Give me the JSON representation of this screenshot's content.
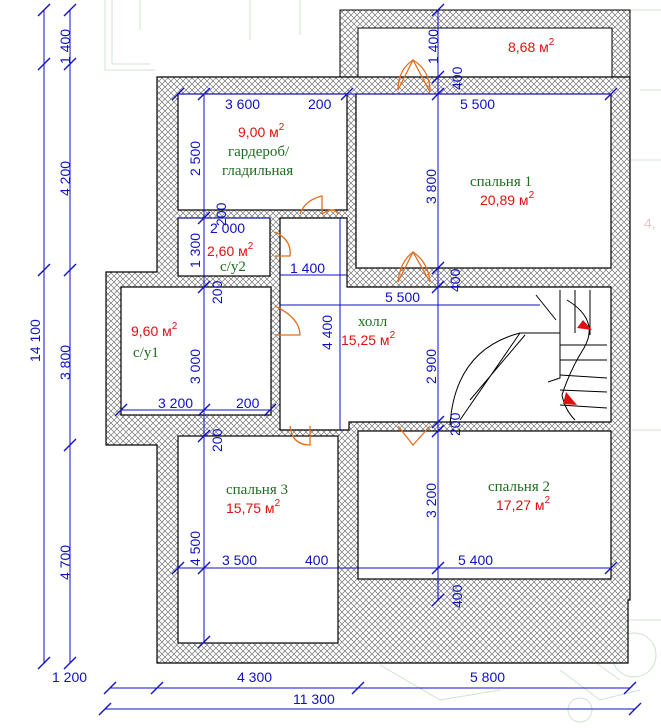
{
  "rooms": {
    "terrace": {
      "area": "8,68 м",
      "sup": "2"
    },
    "wardrobe": {
      "area": "9,00 м",
      "sup": "2",
      "name1": "гардероб/",
      "name2": "гладильная"
    },
    "bedroom1": {
      "name": "спальня 1",
      "area": "20,89 м",
      "sup": "2"
    },
    "wc2": {
      "area": "2,60 м",
      "sup": "2",
      "name": "с/у2"
    },
    "wc1": {
      "area": "9,60 м",
      "sup": "2",
      "name": "с/у1"
    },
    "hall": {
      "name": "холл",
      "area": "15,25 м",
      "sup": "2"
    },
    "bedroom3": {
      "name": "спальня 3",
      "area": "15,75 м",
      "sup": "2"
    },
    "bedroom2": {
      "name": "спальня 2",
      "area": "17,27 м",
      "sup": "2"
    }
  },
  "dimensions": {
    "left_1400": "1 400",
    "left_4200": "4 200",
    "left_14100": "14 100",
    "left_3800": "3 800",
    "left_4700": "4 700",
    "bottom_1200": "1 200",
    "bottom_4300": "4 300",
    "bottom_5800": "5 800",
    "bottom_11300": "11 300",
    "top_1400": "1 400",
    "top_400": "400",
    "w_3600": "3 600",
    "w_200a": "200",
    "w_5500a": "5 500",
    "v_2500": "2 500",
    "v_200a": "200",
    "v_3800": "3 800",
    "w_2000": "2 000",
    "v_1300": "1 300",
    "w_1400": "1 400",
    "v_400a": "400",
    "v_200b": "200",
    "w_5500b": "5 500",
    "v_4400": "4 400",
    "v_3000": "3 000",
    "v_2900": "2 900",
    "w_3200": "3 200",
    "w_200b": "200",
    "v_200c": "200",
    "v_200d": "200",
    "v_3200": "3 200",
    "v_4500": "4 500",
    "w_3500": "3 500",
    "w_400": "400",
    "w_5400": "5 400",
    "v_400b": "400"
  },
  "side_fragment": "4,"
}
